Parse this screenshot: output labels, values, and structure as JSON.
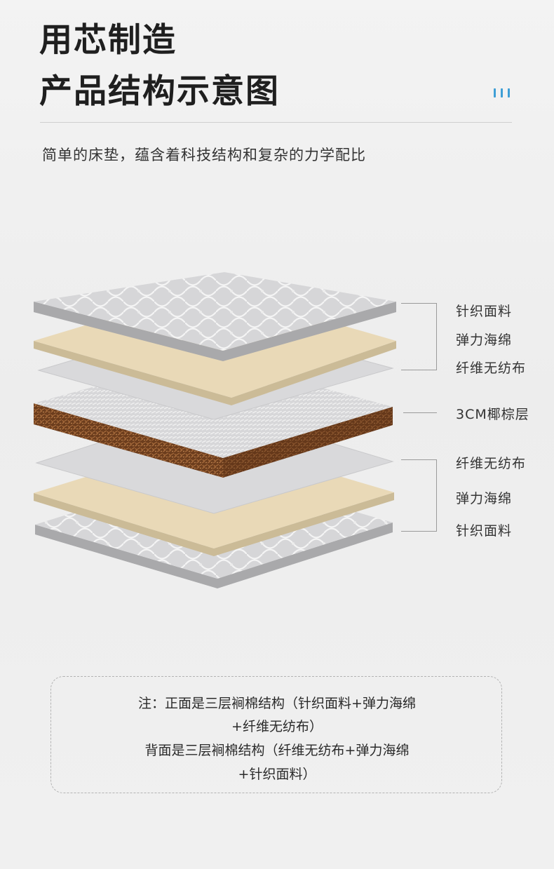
{
  "header": {
    "title_line1": "用芯制造",
    "title_line2": "产品结构示意图",
    "subtitle": "简单的床垫，蕴含着科技结构和复杂的力学配比"
  },
  "layers": {
    "top_group": [
      "针织面料",
      "弹力海绵",
      "纤维无纺布"
    ],
    "core": "3CM椰棕层",
    "bottom_group": [
      "纤维无纺布",
      "弹力海绵",
      "针织面料"
    ]
  },
  "note": {
    "line1": "注：正面是三层裥棉结构（针织面料+弹力海绵",
    "line2": "+纤维无纺布）",
    "line3": "背面是三层裥棉结构（纤维无纺布+弹力海绵",
    "line4": "+针织面料）"
  },
  "colors": {
    "accent": "#3f9fd6",
    "fabric": "#d4d4d6",
    "sponge": "#e9d9b7",
    "nonwoven": "#dcdcde",
    "coir": "#6e3f1e"
  }
}
